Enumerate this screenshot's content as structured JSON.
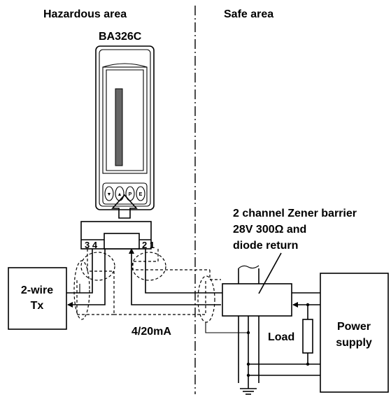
{
  "labels": {
    "hazardous_area": "Hazardous area",
    "safe_area": "Safe area",
    "device_model": "BA326C",
    "barrier_line1": "2 channel Zener barrier",
    "barrier_line2": "28V 300Ω and",
    "barrier_line3": "diode return",
    "transmitter_line1": "2-wire",
    "transmitter_line2": "Tx",
    "terminals_left": "3 4",
    "terminals_right": "2 1",
    "current_loop": "4/20mA",
    "load": "Load",
    "power_supply_line1": "Power",
    "power_supply_line2": "supply"
  },
  "icons": {
    "insert_arrow": "hollow-up-arrow-icon",
    "ground": "earth-ground-icon",
    "device_buttons": [
      "down-arrow-button-icon",
      "up-arrow-button-icon",
      "p-button-icon",
      "e-button-icon"
    ],
    "device_button_glyphs": [
      "▼",
      "▲",
      "P",
      "E"
    ]
  }
}
